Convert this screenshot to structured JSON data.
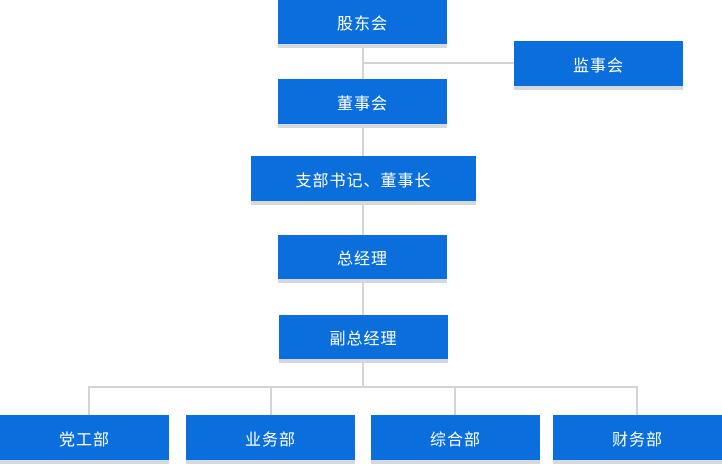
{
  "org": {
    "shareholders": "股东会",
    "supervisors": "监事会",
    "board": "董事会",
    "secretary_chairman": "支部书记、董事长",
    "general_manager": "总经理",
    "deputy_gm": "副总经理",
    "departments": [
      "党工部",
      "业务部",
      "综合部",
      "财务部"
    ]
  },
  "colors": {
    "node": "#0a6fdc",
    "node_shadow": "#d5d9de",
    "line": "#d0d4d8"
  }
}
